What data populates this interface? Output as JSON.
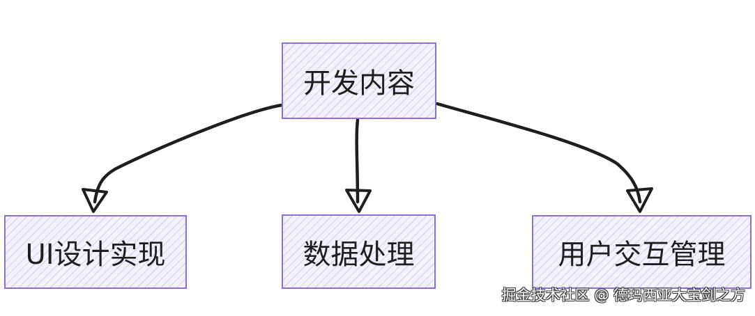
{
  "diagram": {
    "root": {
      "label": "开发内容"
    },
    "children": [
      {
        "label": "UI设计实现"
      },
      {
        "label": "数据处理"
      },
      {
        "label": "用户交互管理"
      }
    ]
  },
  "watermark": {
    "text": "掘金技术社区 @ 德玛西亚大宝剑之方"
  },
  "colors": {
    "node_border": "#8b6fd6",
    "node_fill": "#f4f2fc",
    "edge": "#1e1e1e",
    "text": "#1e1e1e"
  }
}
